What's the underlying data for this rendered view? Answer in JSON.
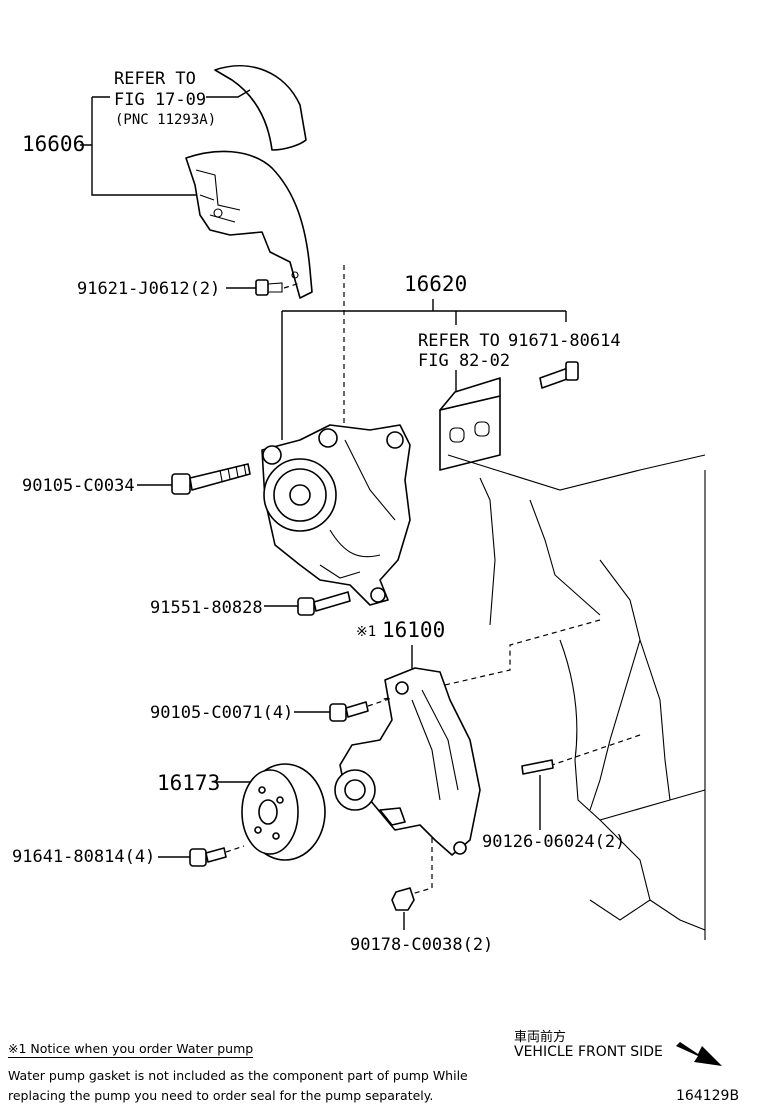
{
  "callouts": {
    "p16606": "16606",
    "refer1_line1": "REFER TO",
    "refer1_line2": "FIG 17-09",
    "refer1_line3": "(PNC 11293A)",
    "p91621": "91621-J0612(2)",
    "p16620": "16620",
    "refer2_line1": "REFER TO",
    "refer2_line2": "FIG 82-02",
    "p91671": "91671-80614",
    "p90105_c0034": "90105-C0034",
    "p91551": "91551-80828",
    "p16100_mark": "※1",
    "p16100": "16100",
    "p90105_c0071": "90105-C0071(4)",
    "p16173": "16173",
    "p91641": "91641-80814(4)",
    "p90126": "90126-06024(2)",
    "p90178": "90178-C0038(2)"
  },
  "notice": {
    "title": "※1 Notice when you order Water pump",
    "body": "Water pump gasket is not included as the component part of pump While replacing the pump you need to order seal for the pump separately."
  },
  "front": {
    "label_jp": "車両前方",
    "label_en": "VEHICLE FRONT SIDE"
  },
  "figure_id": "164129B"
}
